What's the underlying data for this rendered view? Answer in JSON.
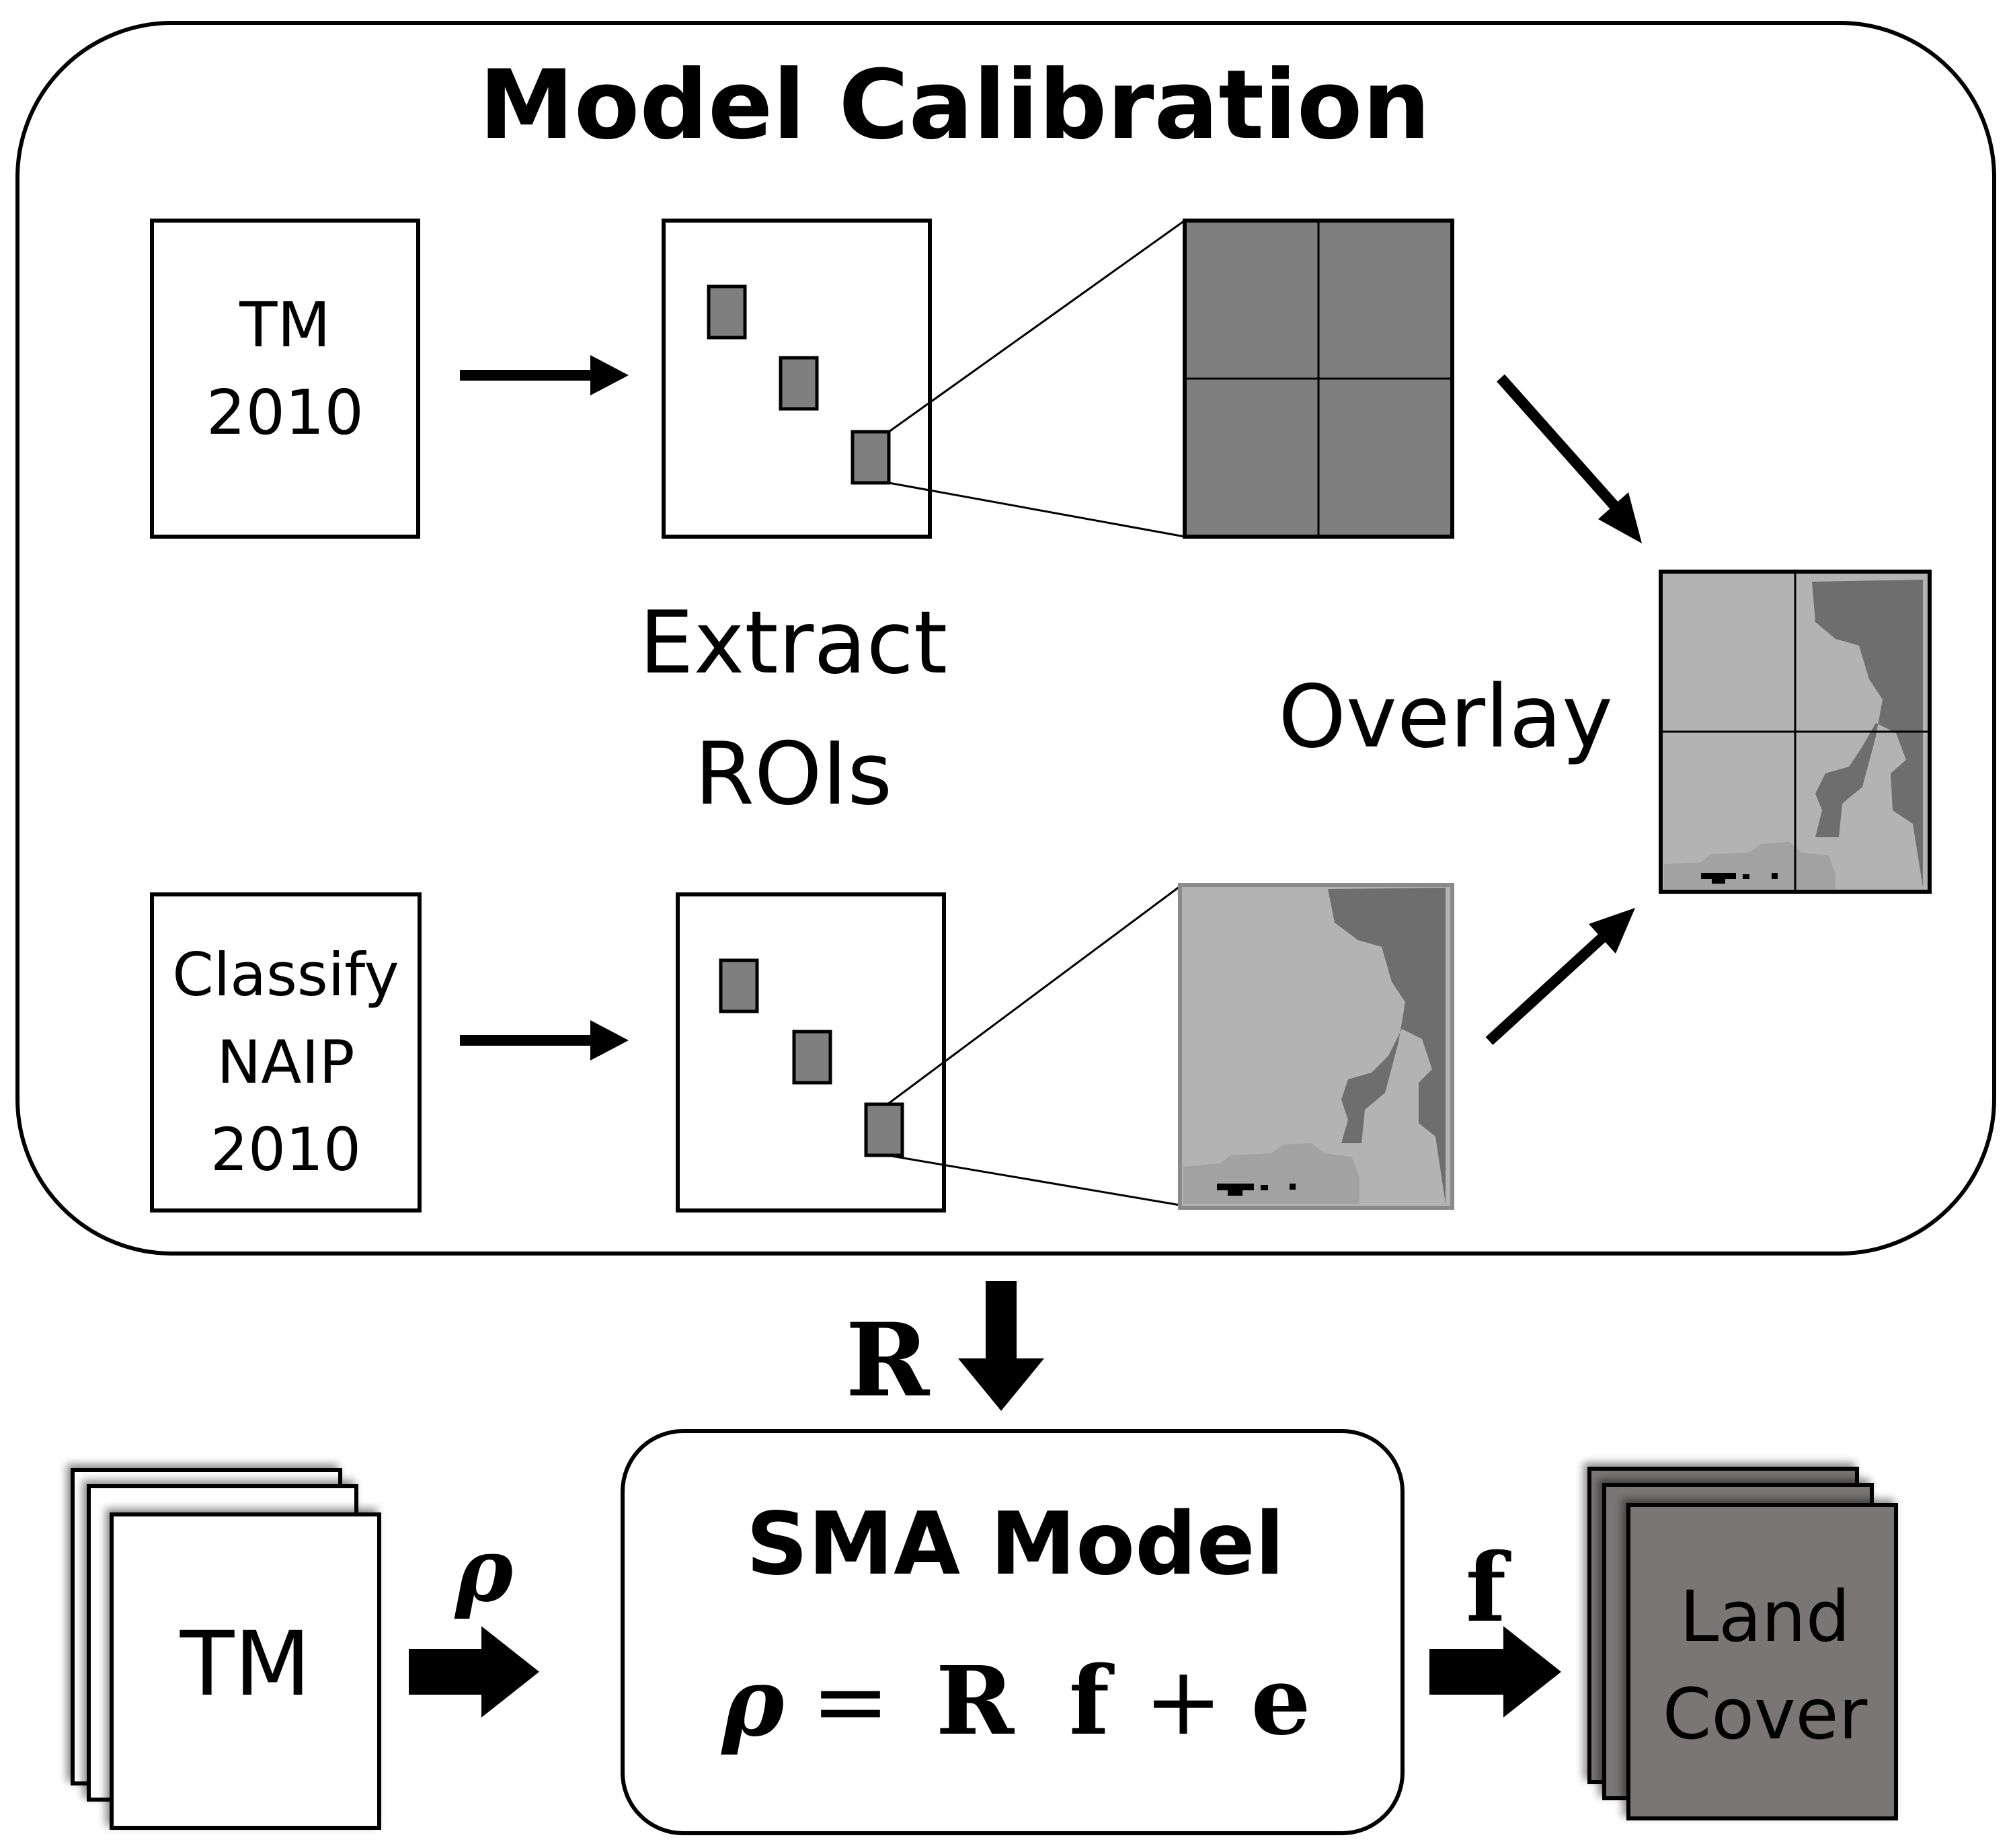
{
  "calibration": {
    "title": "Model Calibration",
    "tm_box": {
      "line1": "TM",
      "line2": "2010"
    },
    "naip_box": {
      "line1": "Classify",
      "line2": "NAIP",
      "line3": "2010"
    },
    "extract_label": {
      "line1": "Extract",
      "line2": "ROIs"
    },
    "overlay_label": "Overlay"
  },
  "connector": {
    "symbol": "R"
  },
  "model_row": {
    "input_label": "TM",
    "input_arrow_symbol": "ρ",
    "model_title": "SMA Model",
    "equation": {
      "rho": "ρ",
      "eq": "=",
      "R": "R",
      "f": "f",
      "plus": "+",
      "e": "e"
    },
    "output_arrow_symbol": "f",
    "output_label": {
      "line1": "Land",
      "line2": "Cover"
    }
  },
  "colors": {
    "roi_gray": "#7f7f7f",
    "map_light": "#b3b3b3",
    "map_dark": "#6e6e6e",
    "land_cover_fill": "#7a7676"
  }
}
